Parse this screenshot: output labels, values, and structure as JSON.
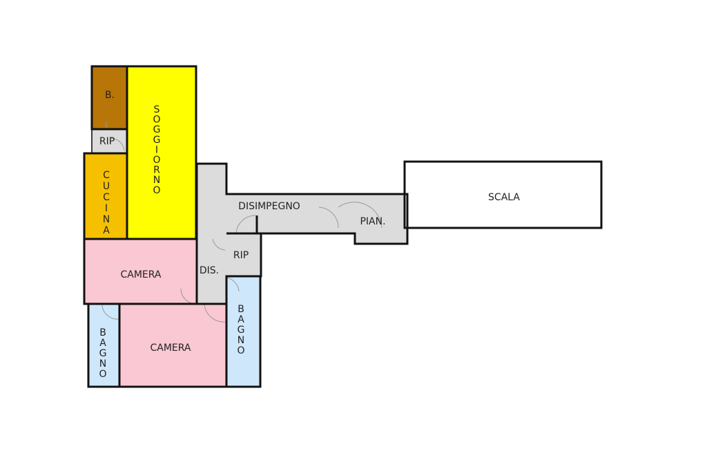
{
  "colors": {
    "yellow": "#ffff00",
    "orange": "#f5c000",
    "brown": "#b87608",
    "pink": "#f9c8d2",
    "lightblue": "#cfe7fb",
    "gray": "#dcdcdc",
    "wall": "#111111"
  },
  "rooms": {
    "bagno_small": "B.",
    "rip_top": "RIP",
    "soggiorno": "SOGGIORNO",
    "cucina": "CUCINA",
    "disimpegno": "DISIMPEGNO",
    "pianerottolo": "PIAN.",
    "scala": "SCALA",
    "camera_1": "CAMERA",
    "dis": "DIS.",
    "rip_mid": "RIP",
    "bagno_right": "BAGNO",
    "bagno_left": "BAGNO",
    "camera_2": "CAMERA"
  }
}
